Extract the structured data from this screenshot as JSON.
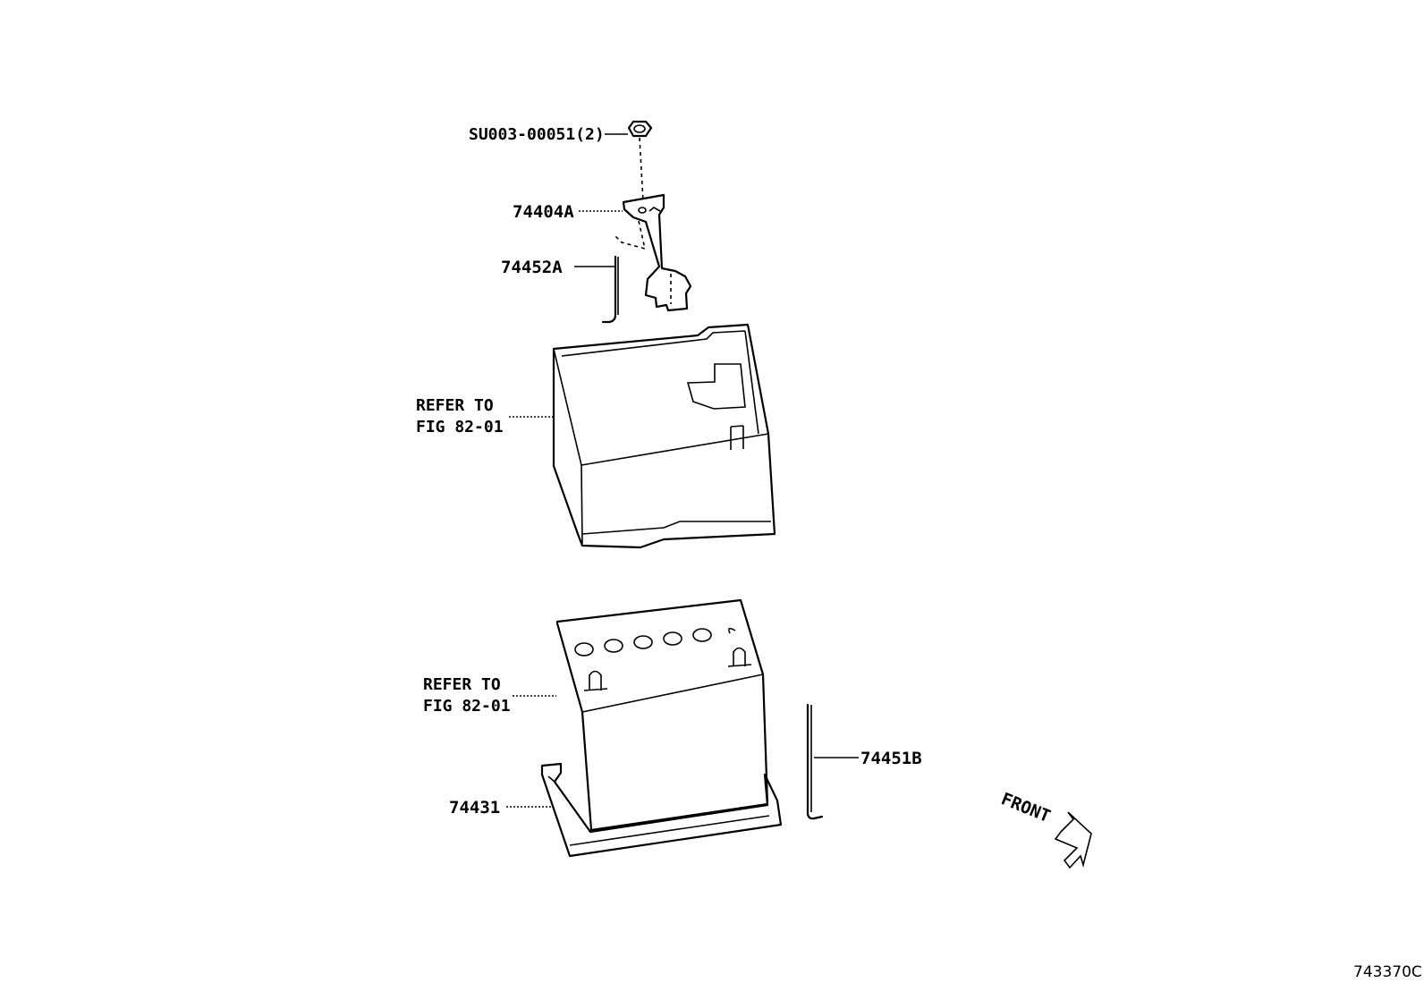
{
  "labels": {
    "nut": "SU003-00051(2)",
    "clamp": "74404A",
    "rod_upper": "74452A",
    "tray_ref_line1": "REFER TO",
    "tray_ref_line2": "FIG 82-01",
    "battery_ref_line1": "REFER TO",
    "battery_ref_line2": "FIG 82-01",
    "rod_lower": "74451B",
    "carrier": "74431",
    "front": "FRONT",
    "figure_id": "743370C"
  }
}
